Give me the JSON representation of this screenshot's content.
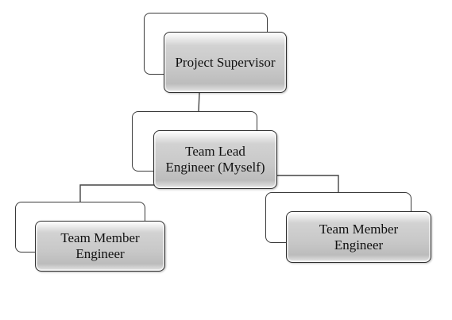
{
  "diagram": {
    "nodes": [
      {
        "id": "project-supervisor",
        "label": "Project Supervisor"
      },
      {
        "id": "team-lead",
        "label": "Team Lead\nEngineer (Myself)"
      },
      {
        "id": "team-member-left",
        "label": "Team Member\nEngineer"
      },
      {
        "id": "team-member-right",
        "label": "Team Member\nEngineer"
      }
    ],
    "edges": [
      {
        "from": "project-supervisor",
        "to": "team-lead"
      },
      {
        "from": "team-lead",
        "to": "team-member-left"
      },
      {
        "from": "team-lead",
        "to": "team-member-right"
      }
    ],
    "colors": {
      "node_fill": "#c8c8c8",
      "node_border": "#2f2f2f",
      "backplate_border": "#3a3a3a",
      "connector": "#444444"
    }
  }
}
